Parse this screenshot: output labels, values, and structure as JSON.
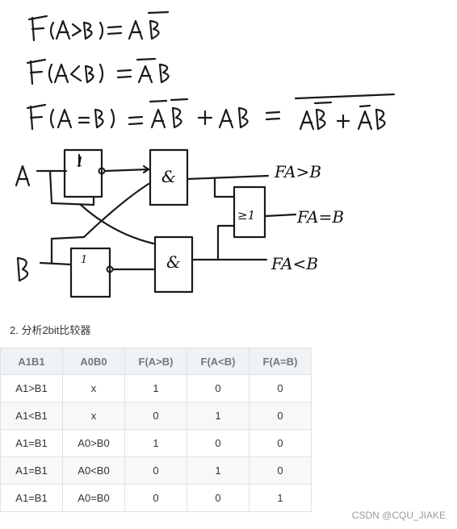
{
  "handwriting": {
    "eq1": "F(A>B) = AB̄",
    "eq2": "F(A<B) = ĀB",
    "eq3": "F(A=B) = ĀB̄ + AB = AB̄ + ĀB (overbar)",
    "label_a": "A",
    "label_b": "B",
    "gate_not_top": "1",
    "gate_not_bottom": "1",
    "gate_and_top": "&",
    "gate_and_bottom": "&",
    "gate_or": "≥1",
    "out_gt": "FA>B",
    "out_eq": "FA=B",
    "out_lt": "FA<B"
  },
  "section_title": "2. 分析2bit比较器",
  "table": {
    "headers": [
      "A1B1",
      "A0B0",
      "F(A>B)",
      "F(A<B)",
      "F(A=B)"
    ],
    "rows": [
      [
        "A1>B1",
        "x",
        "1",
        "0",
        "0"
      ],
      [
        "A1<B1",
        "x",
        "0",
        "1",
        "0"
      ],
      [
        "A1=B1",
        "A0>B0",
        "1",
        "0",
        "0"
      ],
      [
        "A1=B1",
        "A0<B0",
        "0",
        "1",
        "0"
      ],
      [
        "A1=B1",
        "A0=B0",
        "0",
        "0",
        "1"
      ]
    ]
  },
  "watermark": "CSDN @CQU_JIAKE"
}
